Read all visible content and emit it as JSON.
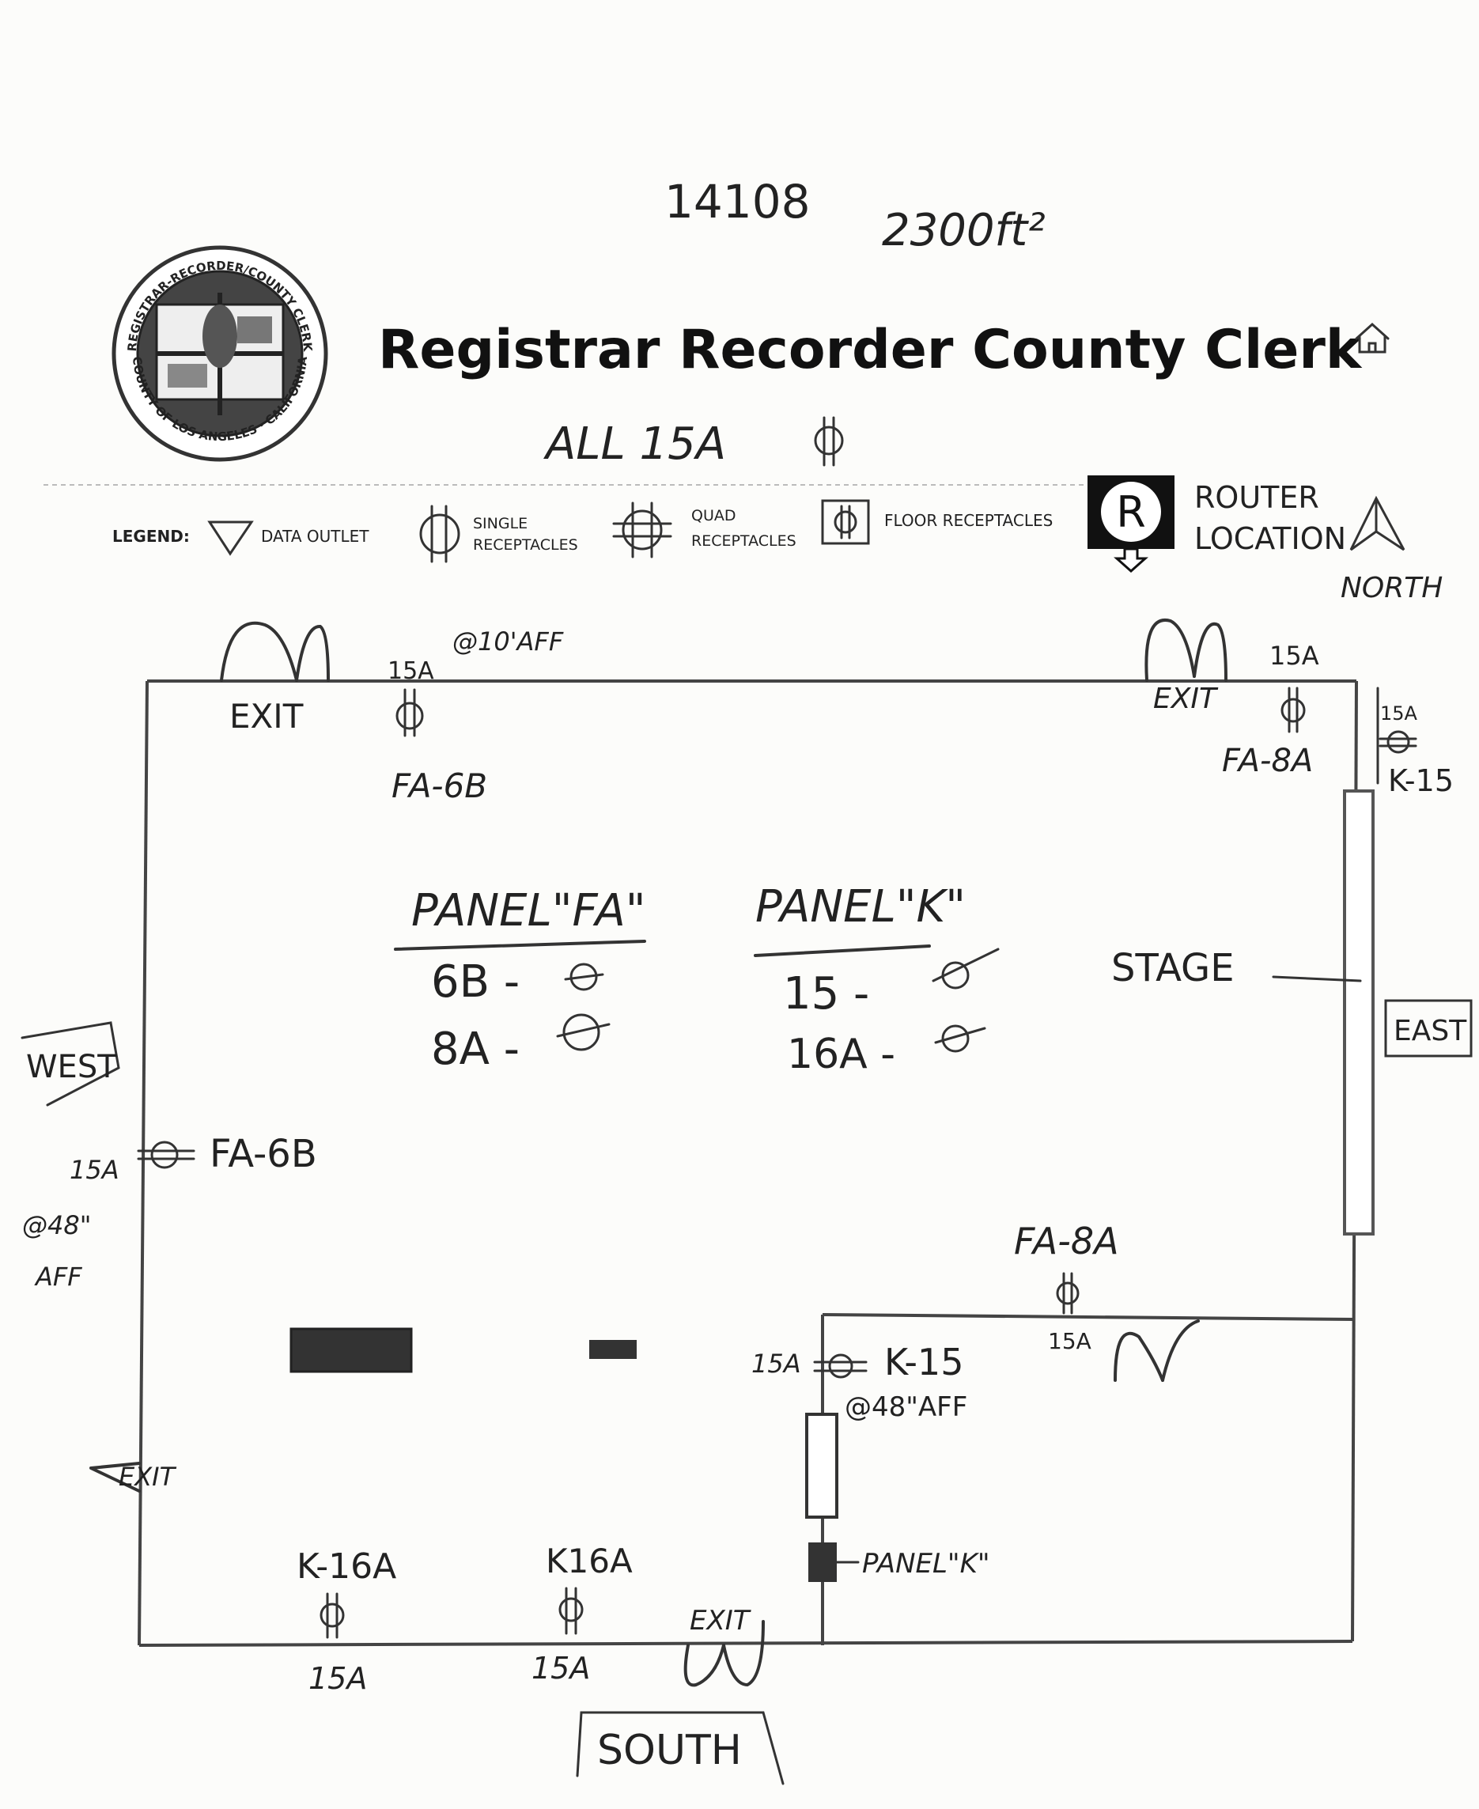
{
  "header": {
    "note_number": "14108",
    "note_area": "2300ft²",
    "title": "Registrar Recorder County Clerk",
    "note_power": "ALL 15A",
    "seal_text_top": "REGISTRAR-RECORDER/COUNTY CLERK",
    "seal_text_bottom": "COUNTY OF LOS ANGELES · CALIFORNIA"
  },
  "legend": {
    "label": "LEGEND:",
    "data_outlet": "DATA OUTLET",
    "single_line1": "SINGLE",
    "single_line2": "RECEPTACLES",
    "quad_line1": "QUAD",
    "quad_line2": "RECEPTACLES",
    "floor": "FLOOR RECEPTACLES",
    "router_symbol": "R",
    "router_line1": "ROUTER",
    "router_line2": "LOCATION",
    "north": "NORTH"
  },
  "plan": {
    "exit_nw": "EXIT",
    "exit_ne": "EXIT",
    "exit_w": "EXIT",
    "exit_s": "EXIT",
    "top_15a_1": "15A",
    "top_aff": "@10'AFF",
    "top_15a_2": "15A",
    "top_15a_3": "15A",
    "fa6b_top": "FA-6B",
    "fa8a_top": "FA-8A",
    "k15_top": "K-15",
    "panel_fa_title": "PANEL\"FA\"",
    "panel_fa_row1": "6B -",
    "panel_fa_row2": "8A -",
    "panel_k_title": "PANEL\"K\"",
    "panel_k_row1": "15 -",
    "panel_k_row2": "16A -",
    "stage": "STAGE",
    "east": "EAST",
    "west": "WEST",
    "south": "SOUTH",
    "west_15a": "15A",
    "west_fa6b": "FA-6B",
    "west_aff1": "@48\"",
    "west_aff2": "AFF",
    "fa8a_mid": "FA-8A",
    "mid_15a": "15A",
    "k15_15a": "15A",
    "k15_mid": "K-15",
    "k15_aff": "@48\"AFF",
    "panel_k_label": "PANEL\"K\"",
    "k16a_1": "K-16A",
    "k16a_2": "K16A",
    "bottom_15a_1": "15A",
    "bottom_15a_2": "15A"
  }
}
